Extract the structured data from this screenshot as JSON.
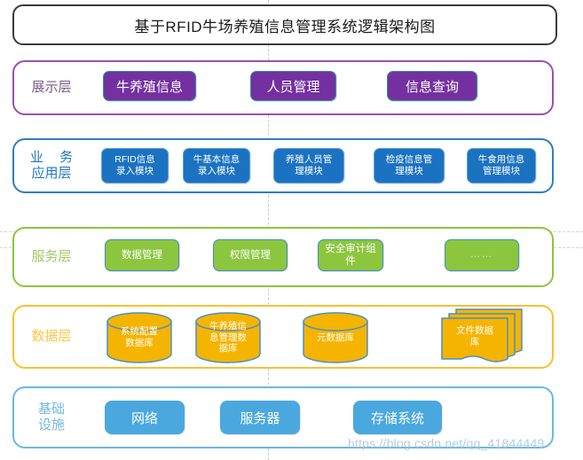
{
  "title": "基于RFID牛场养殖信息管理系统逻辑架构图",
  "colors": {
    "presentation_border": "#9c4fb0",
    "presentation_node": "#7430a0",
    "business_border": "#2c7fc4",
    "business_node": "#1b72c0",
    "service_border": "#8dc63f",
    "service_node": "#8cc63e",
    "data_border": "#fbc02d",
    "data_node": "#f5b400",
    "infrastructure_border": "#6bb8e0",
    "infrastructure_node": "#4aa8de",
    "title_border": "#3a3a3a",
    "node_text": "#ffffff"
  },
  "layers": {
    "presentation": {
      "label": "展示层",
      "nodes": [
        {
          "text": "牛养殖信息"
        },
        {
          "text": "人员管理"
        },
        {
          "text": "信息查询"
        }
      ]
    },
    "business": {
      "label_line1": "业 务",
      "label_line2": "应用层",
      "nodes": [
        {
          "line1": "RFID信息",
          "line2": "录入模块"
        },
        {
          "line1": "牛基本信息",
          "line2": "录入模块"
        },
        {
          "line1": "养殖人员管",
          "line2": "理模块"
        },
        {
          "line1": "检疫信息管",
          "line2": "理模块"
        },
        {
          "line1": "牛食用信息",
          "line2": "管理模块"
        }
      ]
    },
    "service": {
      "label": "服务层",
      "nodes": [
        {
          "line1": "数据管理",
          "line2": ""
        },
        {
          "line1": "权限管理",
          "line2": ""
        },
        {
          "line1": "安全审计组",
          "line2": "件"
        },
        {
          "line1": "……",
          "line2": ""
        }
      ]
    },
    "data": {
      "label": "数据层",
      "nodes": [
        {
          "shape": "cylinder",
          "line1": "系统配置",
          "line2": "数据库",
          "line3": ""
        },
        {
          "shape": "cylinder",
          "line1": "牛养殖信",
          "line2": "息管理数",
          "line3": "据库"
        },
        {
          "shape": "cylinder",
          "line1": "元数据库",
          "line2": "",
          "line3": ""
        },
        {
          "shape": "file-stack",
          "line1": "文件数据",
          "line2": "库",
          "line3": ""
        }
      ]
    },
    "infrastructure": {
      "label_line1": "基础",
      "label_line2": "设施",
      "nodes": [
        {
          "text": "网络"
        },
        {
          "text": "服务器"
        },
        {
          "text": "存储系统"
        }
      ]
    }
  },
  "watermark": "https://blog.csdn.net/qq_41844449"
}
